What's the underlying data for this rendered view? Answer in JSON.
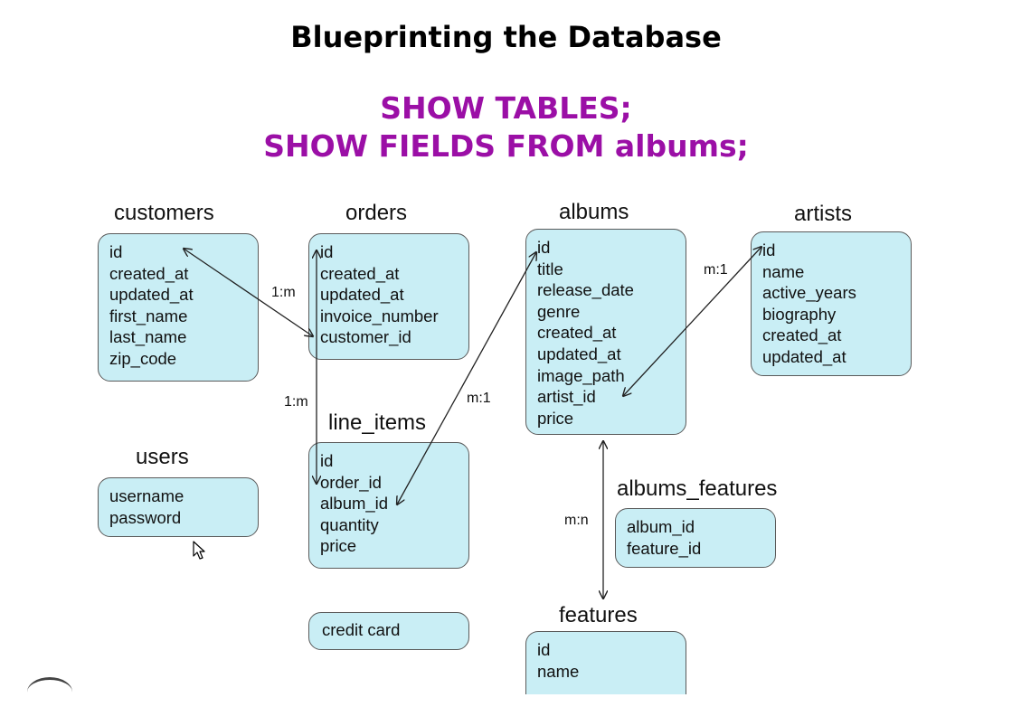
{
  "title": "Blueprinting the Database",
  "commands": {
    "color": "#9b0fa6",
    "line1": "SHOW TABLES;",
    "line2": "SHOW FIELDS FROM albums;"
  },
  "tables": {
    "customers": {
      "name": "customers",
      "fields": [
        "id",
        "created_at",
        "updated_at",
        "first_name",
        "last_name",
        "zip_code"
      ]
    },
    "orders": {
      "name": "orders",
      "fields": [
        "id",
        "created_at",
        "updated_at",
        "invoice_number",
        "customer_id"
      ]
    },
    "albums": {
      "name": "albums",
      "fields": [
        "id",
        "title",
        "release_date",
        "genre",
        "created_at",
        "updated_at",
        "image_path",
        "artist_id",
        "price"
      ]
    },
    "artists": {
      "name": "artists",
      "fields": [
        "id",
        "name",
        "active_years",
        "biography",
        "created_at",
        "updated_at"
      ]
    },
    "users": {
      "name": "users",
      "fields": [
        "username",
        "password"
      ]
    },
    "line_items": {
      "name": "line_items",
      "fields": [
        "id",
        "order_id",
        "album_id",
        "quantity",
        "price"
      ]
    },
    "albums_features": {
      "name": "albums_features",
      "fields": [
        "album_id",
        "feature_id"
      ]
    },
    "credit_card": {
      "name": "",
      "fields": [
        "credit card"
      ]
    },
    "features": {
      "name": "features",
      "fields": [
        "id",
        "name"
      ]
    }
  },
  "relationships": {
    "customers_orders": "1:m",
    "orders_line_items": "1:m",
    "line_items_albums": "m:1",
    "albums_artists": "m:1",
    "albums_features": "m:n"
  },
  "colors": {
    "box_fill": "#c9eef5",
    "box_border": "#5a5a5a"
  }
}
